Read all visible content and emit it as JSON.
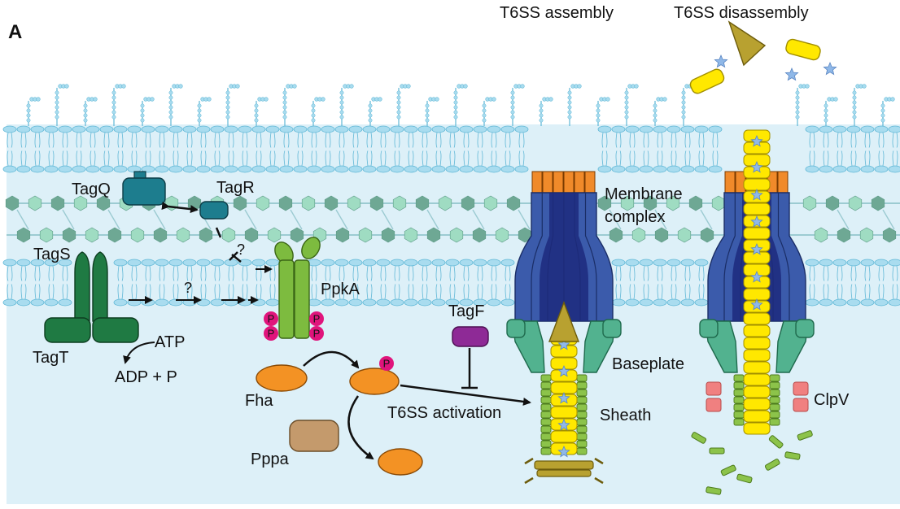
{
  "panel_label": "A",
  "labels": {
    "assembly": "T6SS assembly",
    "disassembly": "T6SS disassembly",
    "tagq": "TagQ",
    "tagr": "TagR",
    "tags": "TagS",
    "tagt": "TagT",
    "atp": "ATP",
    "adp": "ADP + P",
    "ppka": "PpkA",
    "fha": "Fha",
    "pppa": "Pppa",
    "tagf": "TagF",
    "activation": "T6SS activation",
    "membrane_complex_1": "Membrane",
    "membrane_complex_2": "complex",
    "baseplate": "Baseplate",
    "sheath": "Sheath",
    "clpv": "ClpV",
    "question": "?",
    "phospho": "P"
  },
  "colors": {
    "cytoplasm": "#ddf0f8",
    "lipid": "#a9dcef",
    "lipid_stroke": "#5fb7d6",
    "peptidoglycan_dark": "#6ea894",
    "peptidoglycan_light": "#9fdcc2",
    "tagq": "#1d7d8e",
    "tags_tagt": "#1f7a43",
    "ppka": "#7dbb3f",
    "phospho": "#e0147c",
    "fha": "#f39224",
    "pppa": "#c49a6c",
    "tagf": "#8e2a96",
    "membrane_complex_top": "#f08a2a",
    "membrane_complex_blue": "#3b5bab",
    "membrane_complex_navy": "#1d2a7c",
    "baseplate": "#52b28f",
    "sheath": "#8cc34a",
    "tube": "#ffe800",
    "spike": "#b8a130",
    "clpv": "#f08080",
    "star": "#8fb8e8"
  }
}
